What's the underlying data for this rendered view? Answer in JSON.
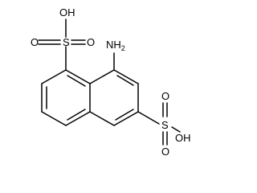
{
  "molecule": {
    "labels": {
      "oh_top": "OH",
      "s_top": "S",
      "o_top_left": "O",
      "o_top_right": "O",
      "nh2": "NH",
      "nh2_sub": "2",
      "s_right": "S",
      "o_right_top": "O",
      "o_right_bottom": "O",
      "oh_right": "OH"
    },
    "colors": {
      "bond": "#000000",
      "text": "#000000",
      "background": "#ffffff"
    }
  }
}
